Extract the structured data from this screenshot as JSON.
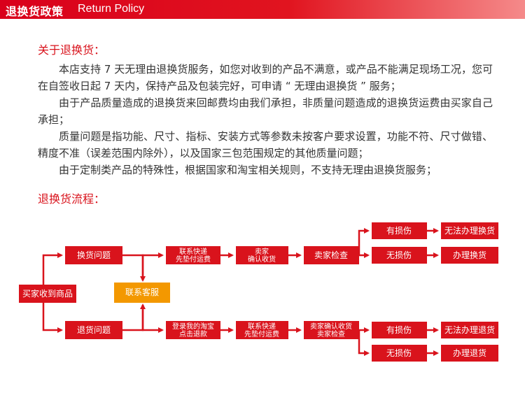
{
  "banner": {
    "title_zh": "退换货政策",
    "title_en": "Return Policy"
  },
  "about": {
    "heading": "关于退换货：",
    "paragraphs": [
      "本店支持 7 天无理由退换货服务，如您对收到的产品不满意，或产品不能满足现场工况，您可在自签收日起 7 天内，保持产品及包装完好，可申请 “ 无理由退换货 ” 服务；",
      "由于产品质量造成的退换货来回邮费均由我们承担，非质量问题造成的退换货运费由买家自己承担；",
      "质量问题是指功能、尺寸、指标、安装方式等参数未按客户要求设置，功能不符、尺寸做错、精度不准（误差范围内除外），以及国家三包范围规定的其他质量问题；",
      "由于定制类产品的特殊性，根据国家和淘宝相关规则，不支持无理由退换货服务；"
    ]
  },
  "process": {
    "heading": "退换货流程：",
    "colors": {
      "red": "#d9131c",
      "orange": "#f39800"
    },
    "nodes": {
      "receive": "买家收到商品",
      "exchange_issue": "换货问题",
      "return_issue": "退货问题",
      "contact_cs": "联系客服",
      "contact_ship_ex_1": "联系快递",
      "contact_ship_ex_2": "先垫付运费",
      "seller_confirm_ex_1": "卖家",
      "seller_confirm_ex_2": "确认收货",
      "seller_check_ex": "卖家检查",
      "damaged_ex": "有损伤",
      "no_exchange": "无法办理换货",
      "undamaged_ex": "无损伤",
      "do_exchange": "办理换货",
      "login_taobao_1": "登录我的淘宝",
      "login_taobao_2": "点击退款",
      "contact_ship_rt_1": "联系快递",
      "contact_ship_rt_2": "先垫付运费",
      "seller_check_rt_1": "卖家确认收货",
      "seller_check_rt_2": "卖家检查",
      "damaged_rt": "有损伤",
      "no_return": "无法办理退货",
      "undamaged_rt": "无损伤",
      "do_return": "办理退货"
    }
  }
}
